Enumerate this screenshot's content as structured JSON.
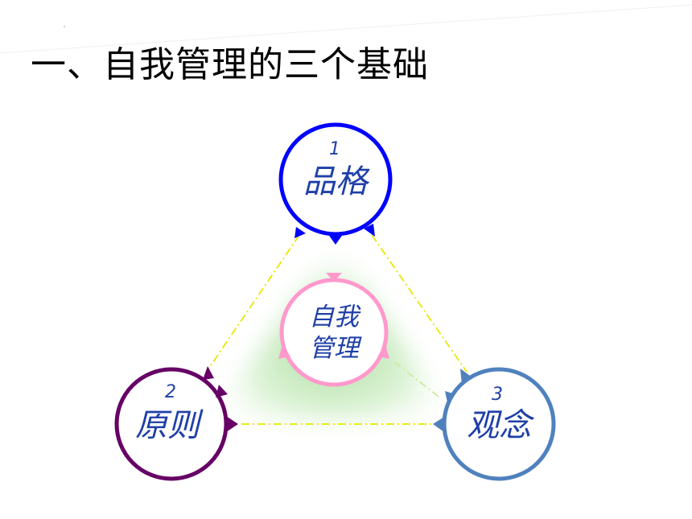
{
  "title": "一、自我管理的三个基础",
  "center": {
    "line1": "自我",
    "line2": "管理",
    "color": "#ff99cc"
  },
  "nodes": {
    "top": {
      "number": "1",
      "label": "品格",
      "color": "#0000ff"
    },
    "left": {
      "number": "2",
      "label": "原则",
      "color": "#660066"
    },
    "right": {
      "number": "3",
      "label": "观念",
      "color": "#4f81bd"
    }
  },
  "colors": {
    "text": "#1f3fa8",
    "dashed_line": "#e6e600",
    "shade": "#b3e0a0"
  }
}
